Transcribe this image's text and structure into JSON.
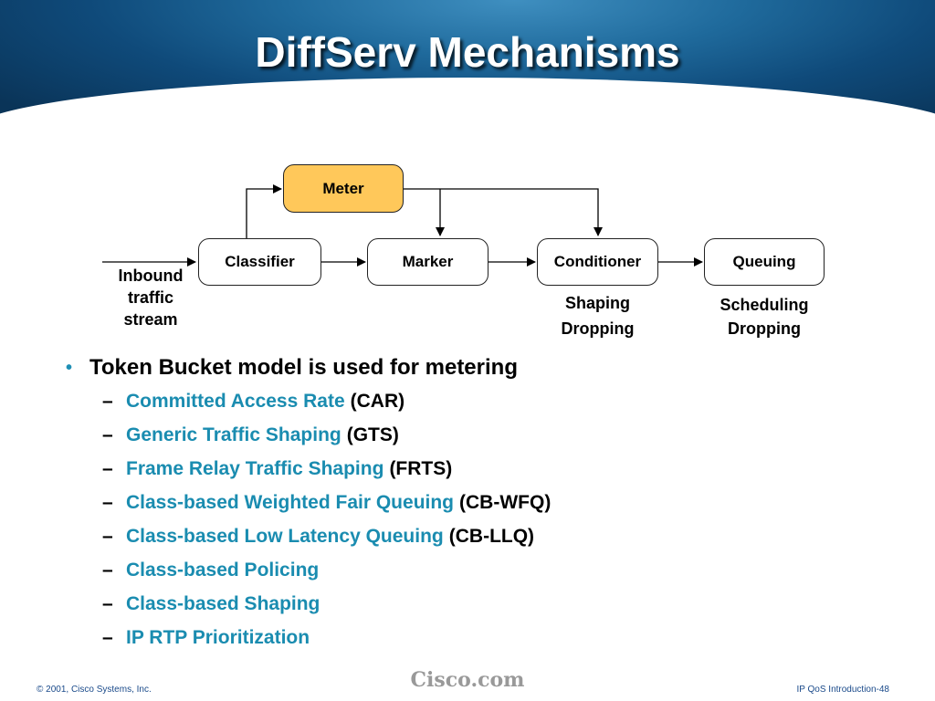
{
  "slide": {
    "title": "DiffServ Mechanisms"
  },
  "diagram": {
    "meter": "Meter",
    "classifier": "Classifier",
    "marker": "Marker",
    "conditioner": "Conditioner",
    "queuing": "Queuing",
    "inbound_lines": [
      "Inbound",
      "traffic",
      "stream"
    ],
    "conditioner_notes": [
      "Shaping",
      "Dropping"
    ],
    "queuing_notes": [
      "Scheduling",
      "Dropping"
    ]
  },
  "bullets": {
    "main": "Token Bucket model is used for metering",
    "items": [
      {
        "name": "Committed Access Rate",
        "abbr": "(CAR)"
      },
      {
        "name": "Generic Traffic Shaping",
        "abbr": "(GTS)"
      },
      {
        "name": "Frame Relay Traffic Shaping",
        "abbr": "(FRTS)"
      },
      {
        "name": "Class-based Weighted Fair Queuing",
        "abbr": "(CB-WFQ)"
      },
      {
        "name": "Class-based Low Latency Queuing",
        "abbr": "(CB-LLQ)"
      },
      {
        "name": "Class-based Policing",
        "abbr": ""
      },
      {
        "name": "Class-based Shaping",
        "abbr": ""
      },
      {
        "name": "IP RTP Prioritization",
        "abbr": ""
      }
    ]
  },
  "footer": {
    "copyright": "© 2001, Cisco Systems, Inc.",
    "brand": "Cisco.com",
    "page": "IP QoS Introduction-48"
  },
  "colors": {
    "header_blue": "#1f6a9c",
    "meter_fill": "#ffc85a",
    "link_blue": "#1a8cb0"
  }
}
